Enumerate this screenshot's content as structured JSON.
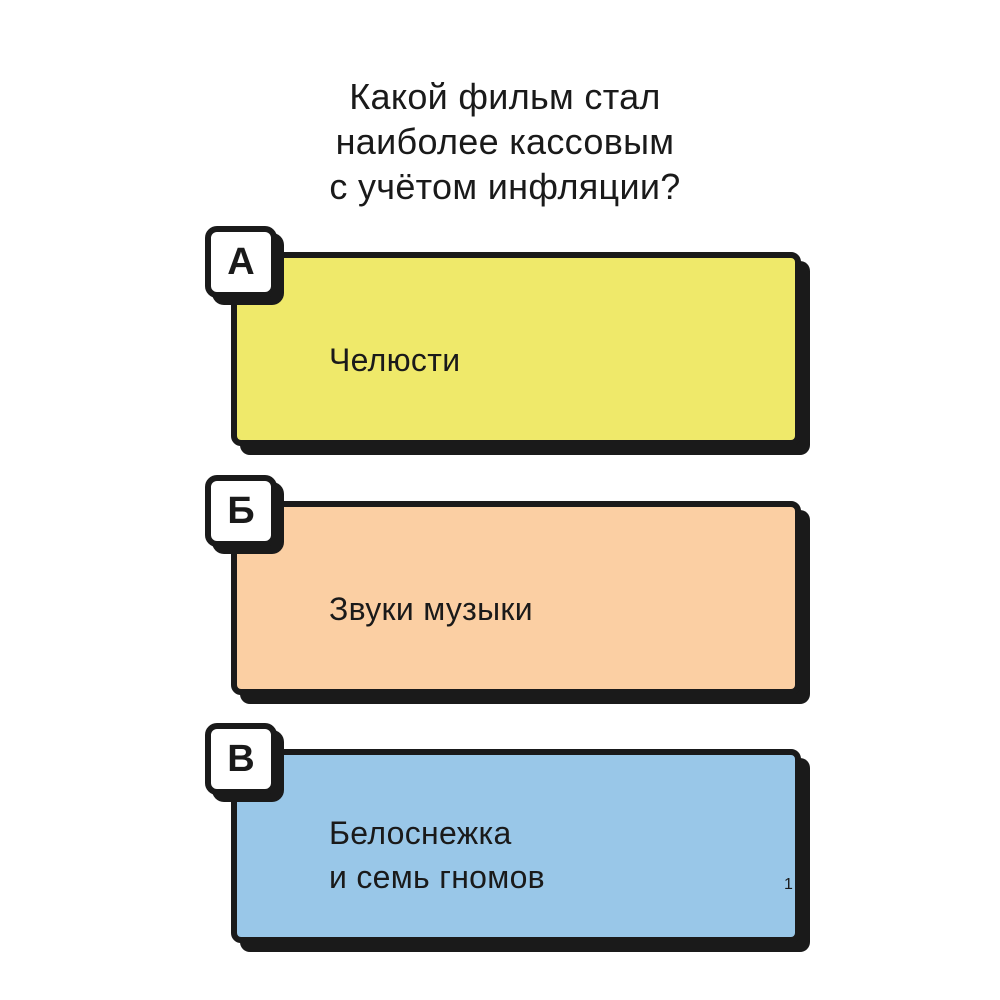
{
  "question": {
    "lines": [
      "Какой фильм стал",
      "наиболее кассовым",
      "с учётом инфляции?"
    ]
  },
  "options": [
    {
      "letter": "А",
      "lines": [
        "Челюсти"
      ],
      "color": "#efe96a"
    },
    {
      "letter": "Б",
      "lines": [
        "Звуки музыки"
      ],
      "color": "#fbcfa3"
    },
    {
      "letter": "В",
      "lines": [
        "Белоснежка",
        "и семь гномов"
      ],
      "color": "#99c7e8"
    }
  ],
  "page_number": "1"
}
